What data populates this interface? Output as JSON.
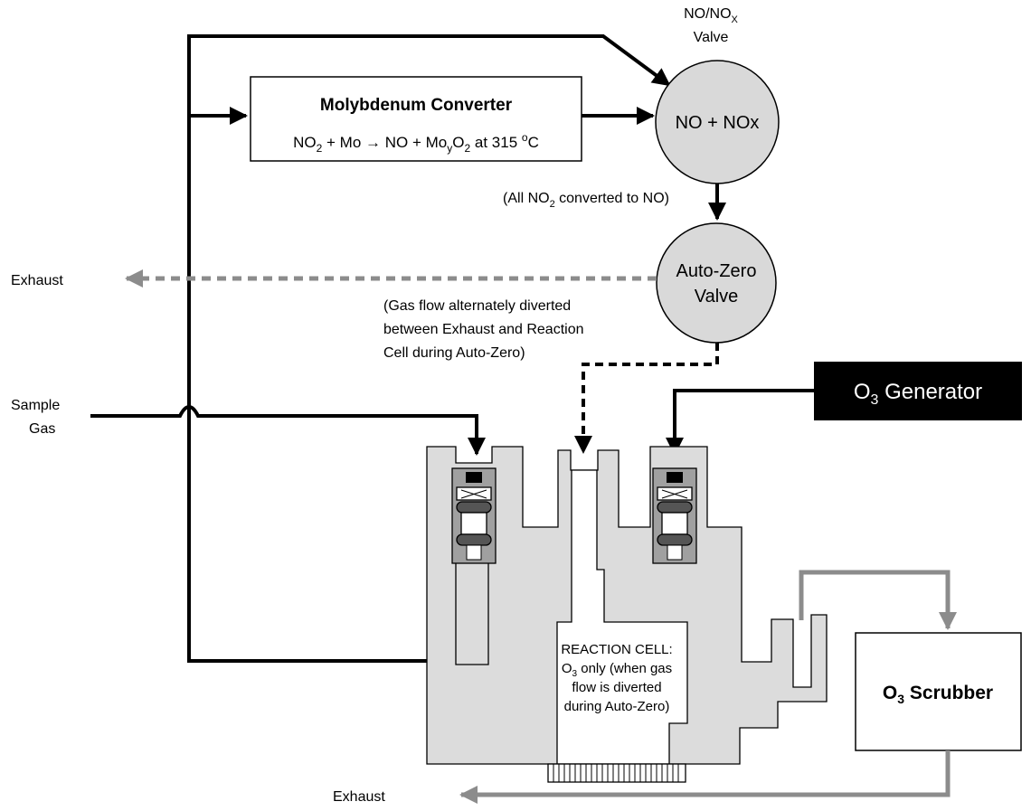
{
  "diagram": {
    "valve_title_line1": "NO/NO",
    "valve_title_sub": "X",
    "valve_title_line2": "Valve",
    "no_nox_valve_label": "NO + NOx",
    "converter": {
      "title": "Molybdenum Converter",
      "eq_no": "NO",
      "eq_2": "2",
      "eq_plus_mo": " + Mo ",
      "eq_arrow": "→",
      "eq_no_plus_mo": " NO + Mo",
      "eq_y": "y",
      "eq_o": "O",
      "eq_2b": "2",
      "eq_at": " at 315 ",
      "eq_o_deg": "o",
      "eq_c": "C"
    },
    "all_no2_pre": "(All NO",
    "all_no2_sub": "2",
    "all_no2_post": " converted to NO)",
    "auto_zero_line1": "Auto-Zero",
    "auto_zero_line2": "Valve",
    "exhaust_top": "Exhaust",
    "divert_note": [
      "(Gas flow alternately diverted",
      "between Exhaust and Reaction",
      "Cell  during Auto-Zero)"
    ],
    "sample_gas_line1": "Sample",
    "sample_gas_line2": "Gas",
    "o3_gen_o": "O",
    "o3_gen_sub": "3",
    "o3_gen_rest": " Generator",
    "reaction_cell_line1": "REACTION CELL:",
    "reaction_cell_o": "O",
    "reaction_cell_sub": "3",
    "reaction_cell_line2_rest": " only (when gas",
    "reaction_cell_line3": "flow is diverted",
    "reaction_cell_line4": "during Auto-Zero)",
    "scrubber_o": "O",
    "scrubber_sub": "3",
    "scrubber_rest": " Scrubber",
    "exhaust_bottom": "Exhaust"
  },
  "colors": {
    "line": "#000000",
    "gray_flow": "#8c8c8c",
    "valve_fill": "#d9d9d9",
    "block_fill": "#dcdcdc",
    "generator_fill": "#000000"
  }
}
